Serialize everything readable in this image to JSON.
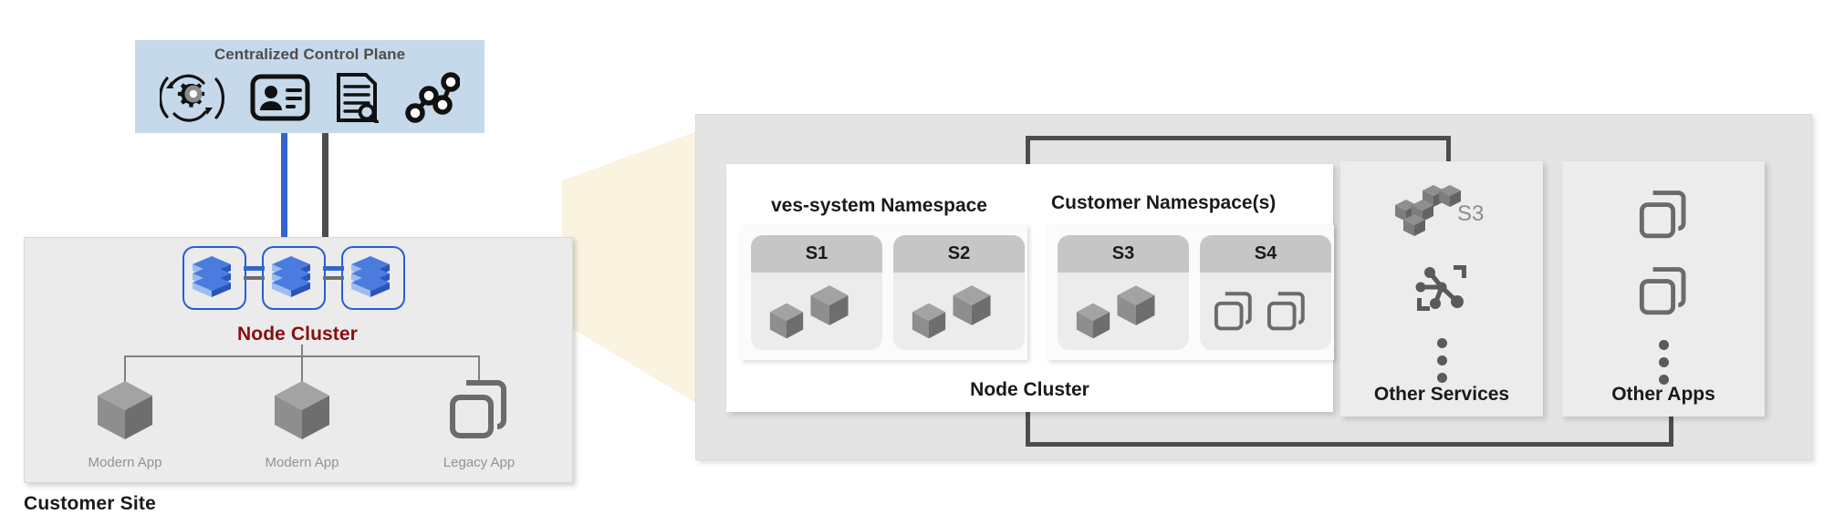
{
  "control_plane": {
    "title": "Centralized Control Plane",
    "bg_color": "#c6d9ea",
    "icons": [
      {
        "name": "config-sync-gear-icon",
        "label": "Configuration"
      },
      {
        "name": "identity-card-icon",
        "label": "Identity"
      },
      {
        "name": "document-search-icon",
        "label": "Observability"
      },
      {
        "name": "service-graph-icon",
        "label": "Service Graph"
      }
    ]
  },
  "links": {
    "blue_color": "#3465cc",
    "gray_color": "#4d4d4d"
  },
  "customer_site": {
    "label": "Customer Site",
    "node_cluster_label": "Node Cluster",
    "node_cluster_label_color": "#8b0d0d",
    "nodes": [
      {
        "name": "node-1"
      },
      {
        "name": "node-2"
      },
      {
        "name": "node-3"
      }
    ],
    "apps": [
      {
        "label": "Modern App",
        "icon": "cube-icon"
      },
      {
        "label": "Modern App",
        "icon": "cube-icon"
      },
      {
        "label": "Legacy App",
        "icon": "stacked-windows-icon"
      }
    ]
  },
  "zoom_funnel": {
    "color": "#faf3e0"
  },
  "detail": {
    "node_cluster": {
      "label": "Node Cluster",
      "namespaces": [
        {
          "title": "ves-system Namespace",
          "pods": [
            {
              "label": "S1",
              "icons": [
                "cube-icon",
                "cube-icon"
              ]
            },
            {
              "label": "S2",
              "icons": [
                "cube-icon",
                "cube-icon"
              ]
            }
          ]
        },
        {
          "title": "Customer Namespace(s)",
          "pods": [
            {
              "label": "S3",
              "icons": [
                "cube-icon",
                "cube-icon"
              ]
            },
            {
              "label": "S4",
              "icons": [
                "stacked-windows-icon",
                "stacked-windows-icon"
              ]
            }
          ]
        }
      ]
    },
    "other_services": {
      "label": "Other Services",
      "icons": [
        "s3-bucket-icon",
        "service-mesh-icon",
        "vertical-ellipsis-icon"
      ],
      "s3_text": "S3"
    },
    "other_apps": {
      "label": "Other Apps",
      "icons": [
        "stacked-windows-icon",
        "stacked-windows-icon",
        "vertical-ellipsis-icon"
      ]
    }
  }
}
